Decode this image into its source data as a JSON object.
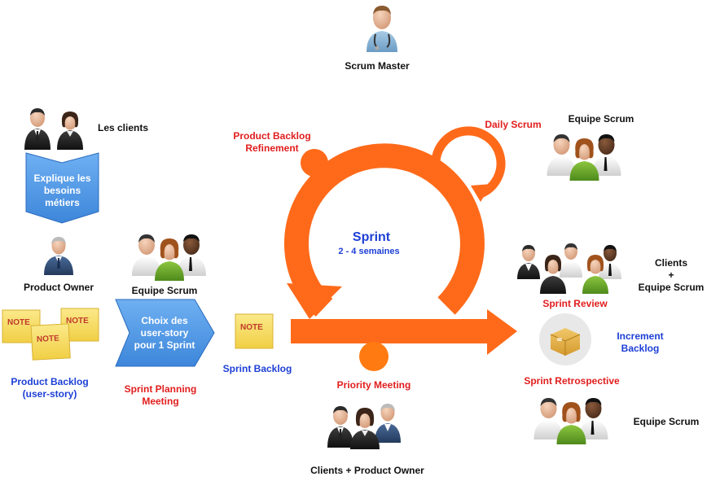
{
  "scrum_master": {
    "label": "Scrum Master"
  },
  "clients": {
    "label": "Les clients"
  },
  "explain_box": {
    "lines": [
      "Explique les",
      "besoins",
      "métiers"
    ]
  },
  "product_owner": {
    "label": "Product Owner"
  },
  "team_left": {
    "label": "Equipe Scrum"
  },
  "product_backlog": {
    "lines": [
      "Product Backlog",
      "(user-story)"
    ]
  },
  "choice_box": {
    "lines": [
      "Choix des",
      "user-story",
      "pour 1 Sprint"
    ]
  },
  "sprint_planning": {
    "lines": [
      "Sprint Planning",
      "Meeting"
    ]
  },
  "sprint_backlog": {
    "label": "Sprint Backlog"
  },
  "note_label": "NOTE",
  "refinement": {
    "lines": [
      "Product Backlog",
      "Refinement"
    ]
  },
  "daily_scrum": {
    "label": "Daily Scrum"
  },
  "team_top_right": {
    "label": "Equipe Scrum"
  },
  "sprint": {
    "title": "Sprint",
    "duration": "2 - 4 semaines"
  },
  "priority_meeting": {
    "label": "Priority Meeting"
  },
  "clients_po": {
    "label": "Clients + Product Owner"
  },
  "clients_team": {
    "lines": [
      "Clients",
      "+",
      "Equipe Scrum"
    ]
  },
  "sprint_review": {
    "label": "Sprint Review"
  },
  "increment": {
    "lines": [
      "Increment",
      "Backlog"
    ]
  },
  "sprint_retro": {
    "label": "Sprint Retrospective"
  },
  "team_bottom_right": {
    "label": "Equipe Scrum"
  },
  "colors": {
    "orange": "#ff6a1a",
    "box_blue": "#4f95e6",
    "red_text": "#e11d1d",
    "blue_text": "#1d3fd6",
    "note_yellow": "#f7df6a"
  }
}
